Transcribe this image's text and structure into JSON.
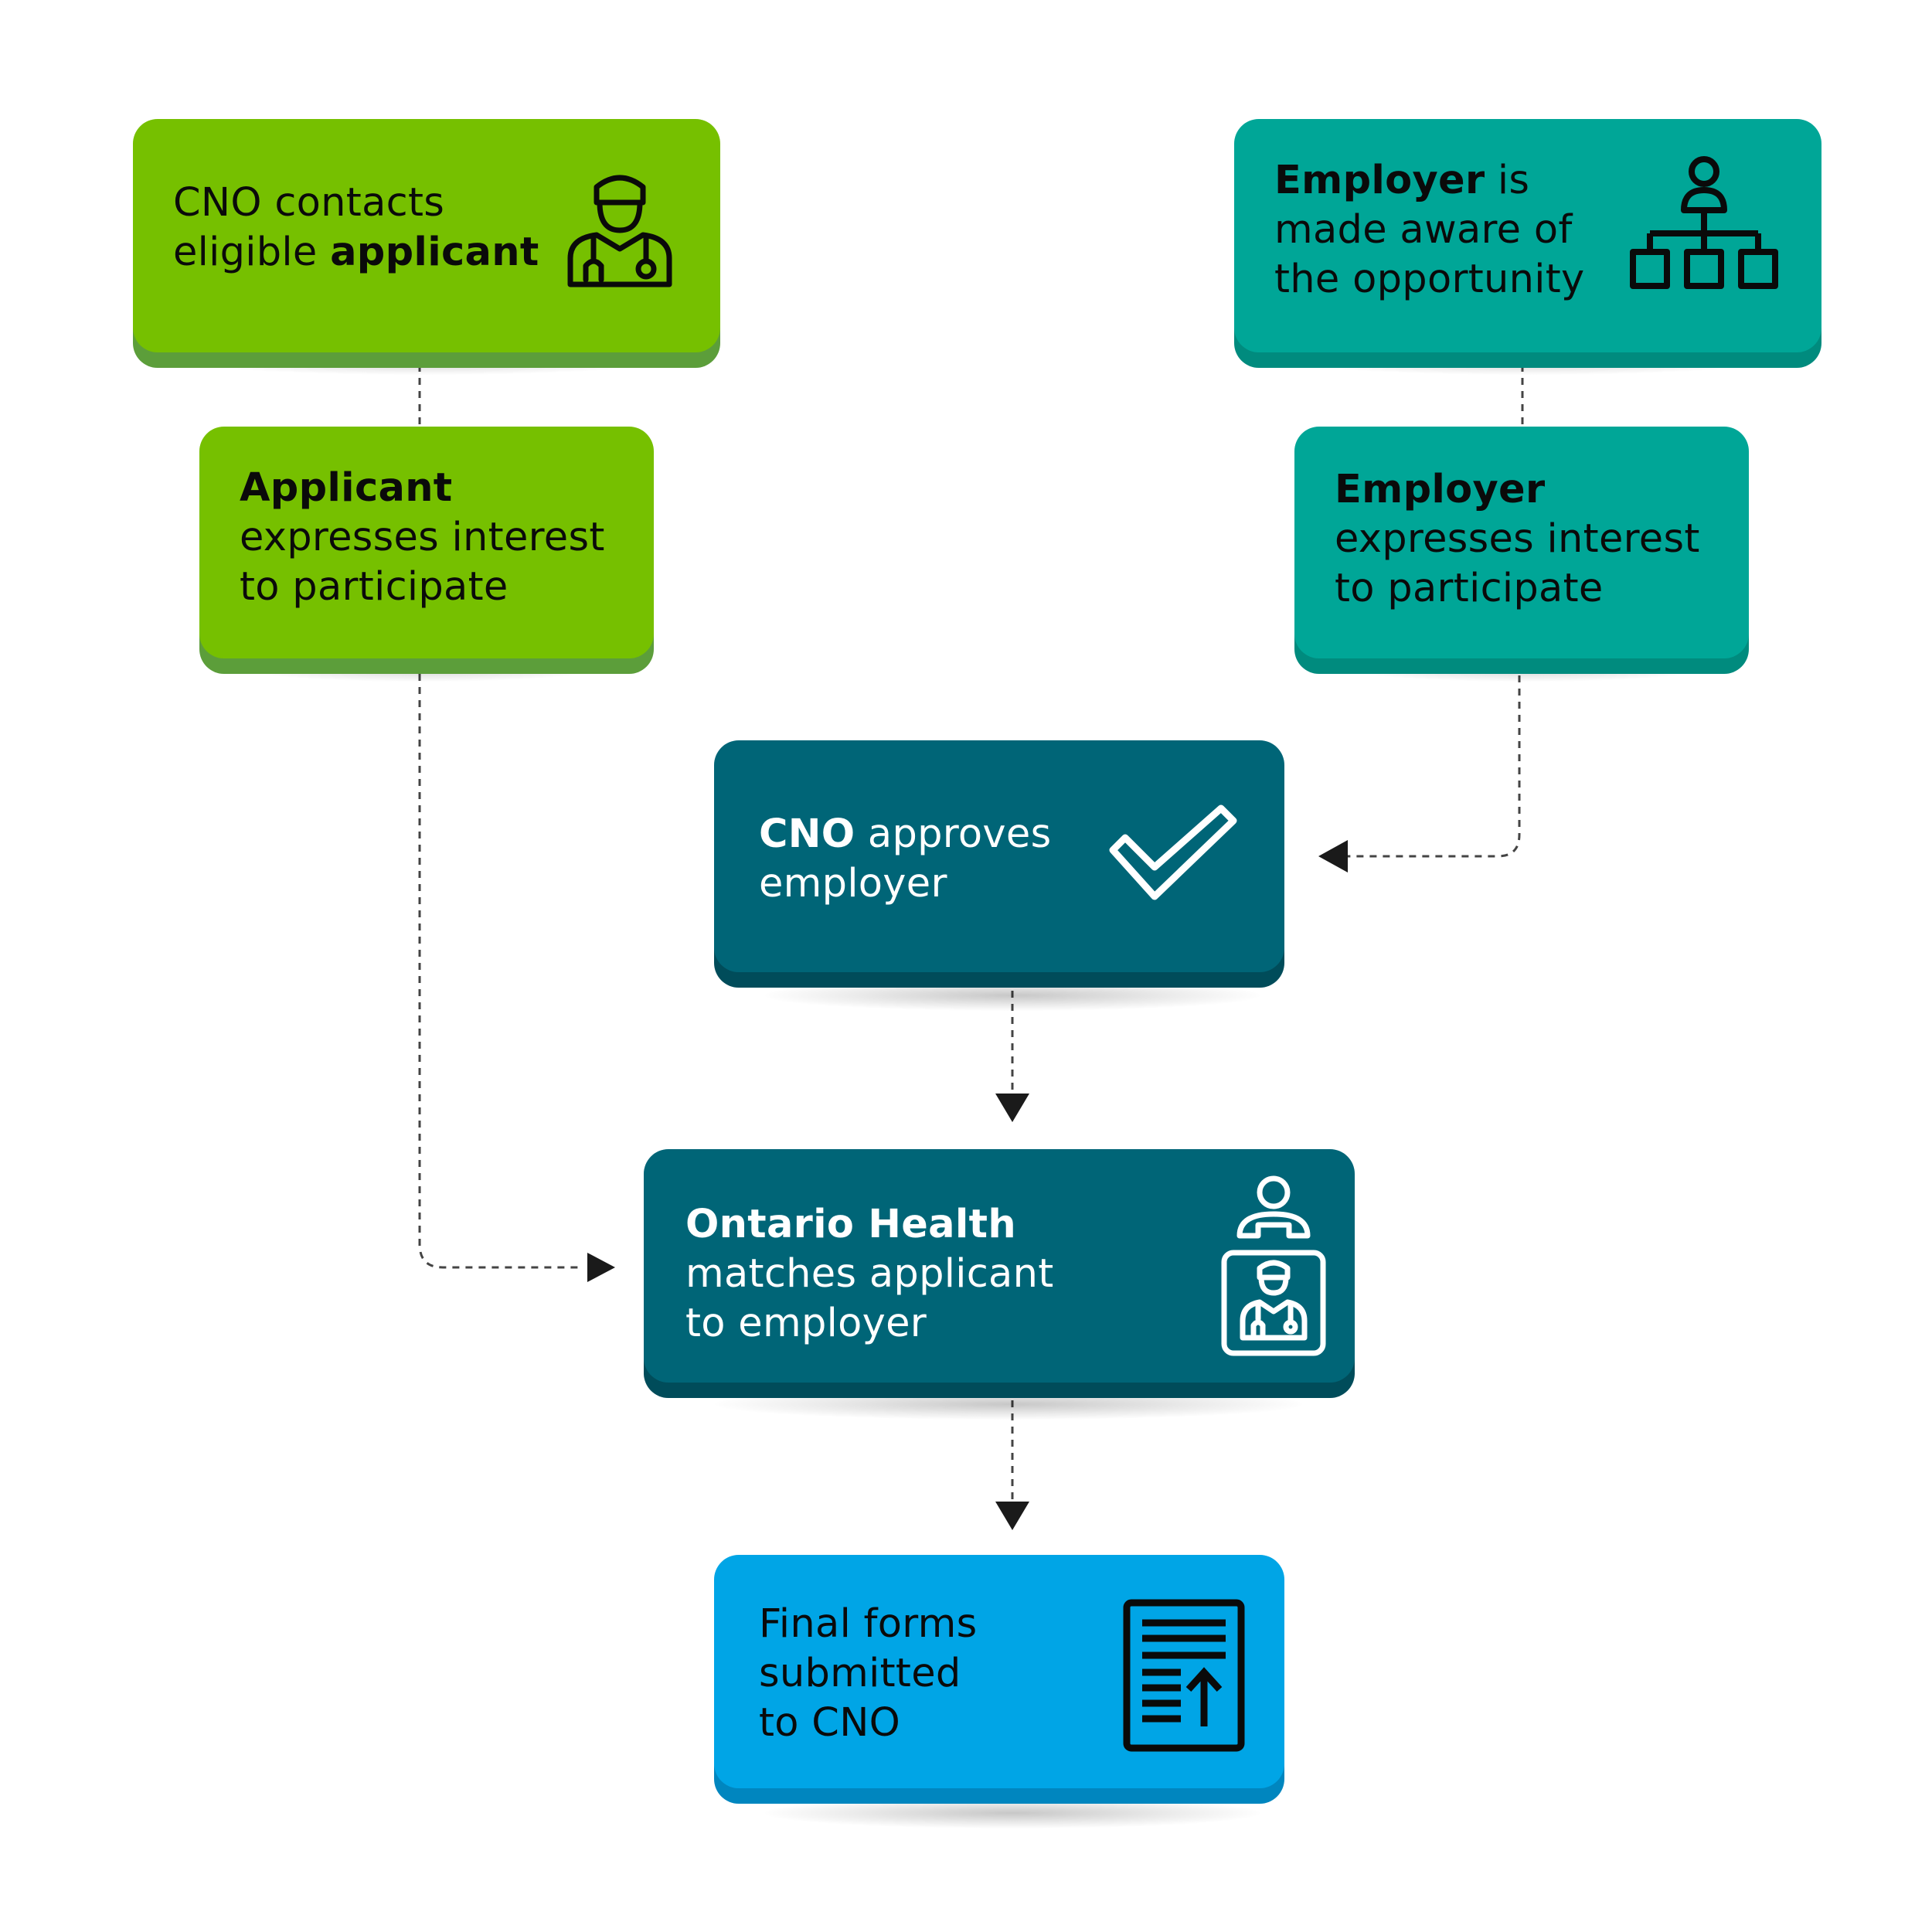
{
  "colors": {
    "green": "#76c000",
    "green_edge": "#5c9e3a",
    "teal": "#00a697",
    "teal_edge": "#008b7e",
    "dark_teal": "#006577",
    "dark_teal_edge": "#004c5a",
    "blue": "#00a5e6",
    "blue_edge": "#0086bf",
    "connector": "#444444",
    "arrow": "#1a1a1a"
  },
  "boxes": {
    "cno_contacts": {
      "line1": "CNO contacts",
      "line2_prefix": "eligible ",
      "line2_bold": "applicant",
      "icon": "nurse-icon"
    },
    "applicant_interest": {
      "bold": "Applicant",
      "line2": "expresses interest",
      "line3": "to participate"
    },
    "employer_aware": {
      "bold": "Employer",
      "line1_rest": " is",
      "line2": "made aware of",
      "line3": "the opportunity",
      "icon": "org-chart-icon"
    },
    "employer_interest": {
      "bold": "Employer",
      "line2": "expresses interest",
      "line3": "to participate"
    },
    "cno_approves": {
      "bold": "CNO",
      "line1_rest": " approves",
      "line2": "employer",
      "icon": "checkmark-icon"
    },
    "ontario_health": {
      "bold": "Ontario Health",
      "line2": "matches applicant",
      "line3": "to employer",
      "icon": "match-icon"
    },
    "final_forms": {
      "line1": "Final forms",
      "line2": "submitted",
      "line3": "to CNO",
      "icon": "document-upload-icon"
    }
  }
}
